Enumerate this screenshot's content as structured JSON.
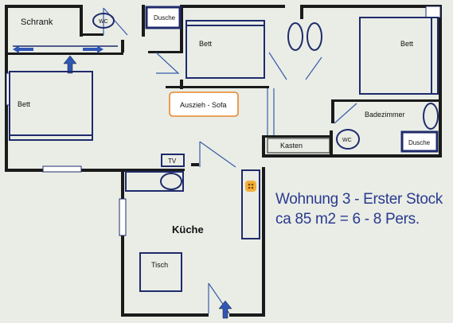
{
  "rooms": {
    "schrank": "Schrank",
    "wc_top": "WC",
    "dusche_top": "Dusche",
    "bett_middle": "Bett",
    "bett_right": "Bett",
    "bett_left": "Bett",
    "sofa": "Auszieh - Sofa",
    "badezimmer": "Badezimmer",
    "wc_right": "WC",
    "dusche_right": "Dusche",
    "kasten": "Kasten",
    "tv": "TV",
    "kueche": "Küche",
    "tisch": "Tisch"
  },
  "title": {
    "line1": "Wohnung 3 - Erster Stock",
    "line2": "ca 85 m2 = 6 - 8 Pers."
  },
  "colors": {
    "wall": "#1a1a1a",
    "furniture": "#1f2b6b",
    "arrow": "#2f57b4",
    "sofa": "#e8862c",
    "title": "#2b3a8f"
  }
}
